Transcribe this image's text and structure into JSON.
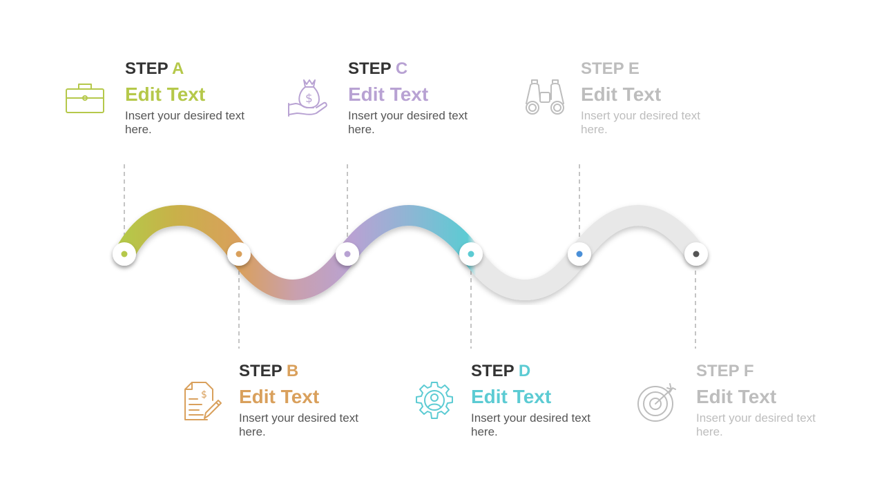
{
  "colors": {
    "a": "#b5c84a",
    "b": "#d9a05c",
    "c": "#b8a2d3",
    "d": "#5ccbd3",
    "e": "#bdbdbd",
    "f": "#bdbdbd",
    "dot_e": "#4a8fd8",
    "dot_f": "#555555",
    "wave_grey": "#e8e8e8"
  },
  "steps": [
    {
      "word": "STEP",
      "letter": "A",
      "title": "Edit Text",
      "desc": "Insert your desired text here.",
      "icon": "briefcase-icon"
    },
    {
      "word": "STEP",
      "letter": "B",
      "title": "Edit Text",
      "desc": "Insert your desired text here.",
      "icon": "invoice-pencil-icon"
    },
    {
      "word": "STEP",
      "letter": "C",
      "title": "Edit Text",
      "desc": "Insert your desired text here.",
      "icon": "money-bag-hand-icon"
    },
    {
      "word": "STEP",
      "letter": "D",
      "title": "Edit Text",
      "desc": "Insert your desired text here.",
      "icon": "gear-user-icon"
    },
    {
      "word": "STEP",
      "letter": "E",
      "title": "Edit Text",
      "desc": "Insert your desired text here.",
      "icon": "binoculars-icon"
    },
    {
      "word": "STEP",
      "letter": "F",
      "title": "Edit Text",
      "desc": "Insert your desired text here.",
      "icon": "target-arrow-icon"
    }
  ]
}
